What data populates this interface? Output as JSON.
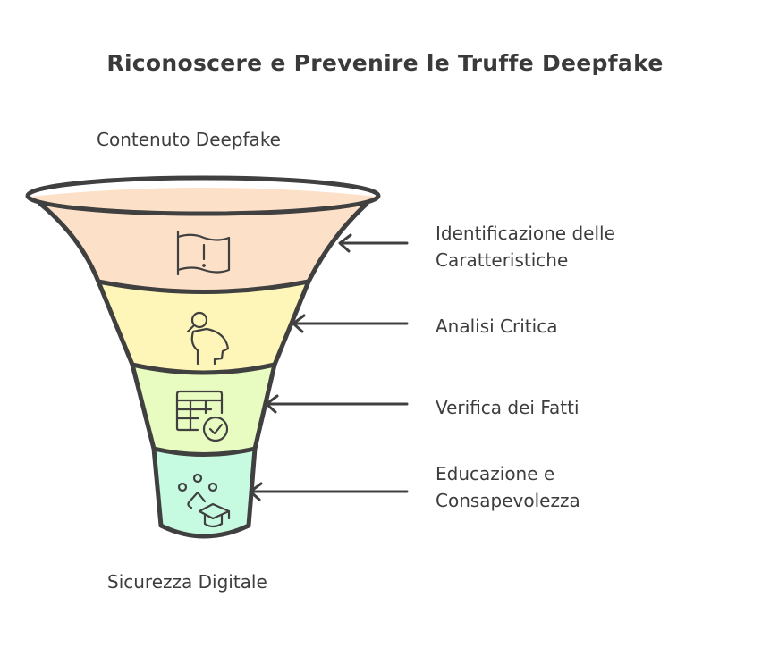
{
  "title": "Riconoscere e Prevenire le Truffe Deepfake",
  "top_label": "Contenuto Deepfake",
  "bottom_label": "Sicurezza Digitale",
  "stages": [
    {
      "line1": "Identificazione delle",
      "line2": "Caratteristiche",
      "icon": "flag-alert-icon",
      "color": "#fde0c8"
    },
    {
      "line1": "Analisi Critica",
      "line2": "",
      "icon": "person-magnifier-icon",
      "color": "#fdf6b8"
    },
    {
      "line1": "Verifica dei Fatti",
      "line2": "",
      "icon": "table-check-icon",
      "color": "#e8fbc0"
    },
    {
      "line1": "Educazione e",
      "line2": "Consapevolezza",
      "icon": "education-icon",
      "color": "#c6fbe2"
    }
  ],
  "stroke_color": "#404040"
}
